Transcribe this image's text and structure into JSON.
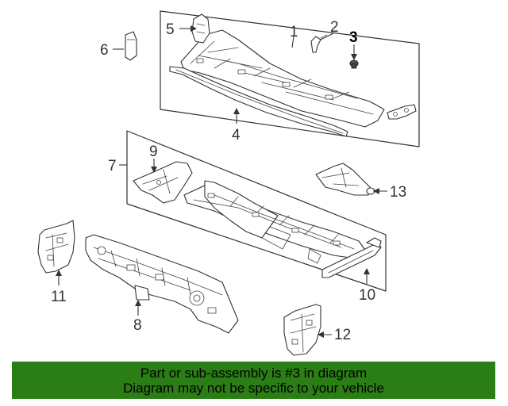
{
  "callouts": {
    "c1": "1",
    "c2": "2",
    "c3": "3",
    "c4": "4",
    "c5": "5",
    "c6": "6",
    "c7": "7",
    "c8": "8",
    "c9": "9",
    "c10": "10",
    "c11": "11",
    "c12": "12",
    "c13": "13"
  },
  "highlighted_callout": "3",
  "footer": {
    "line1": "Part or sub-assembly is #3 in diagram",
    "line2": "Diagram may not be specific to your vehicle"
  },
  "colors": {
    "footer_background": "#2b7d15",
    "line_art": "#333333",
    "background": "#ffffff"
  }
}
